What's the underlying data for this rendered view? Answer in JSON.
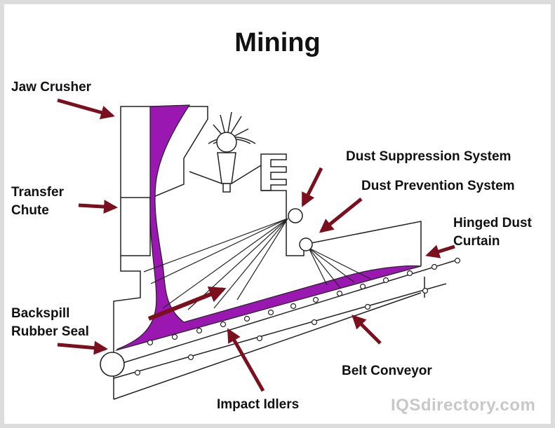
{
  "title": "Mining",
  "labels": {
    "jaw_crusher": "Jaw Crusher",
    "transfer_chute_1": "Transfer",
    "transfer_chute_2": "Chute",
    "backspill_1": "Backspill",
    "backspill_2": "Rubber Seal",
    "dust_suppression": "Dust Suppression System",
    "dust_prevention": "Dust Prevention System",
    "hinged_1": "Hinged Dust",
    "hinged_2": "Curtain",
    "belt_conveyor": "Belt Conveyor",
    "impact_idlers": "Impact Idlers"
  },
  "watermark": "IQSdirectory.com",
  "colors": {
    "material": "#9b17b2",
    "arrow": "#7a0f1e",
    "line": "#222222"
  }
}
